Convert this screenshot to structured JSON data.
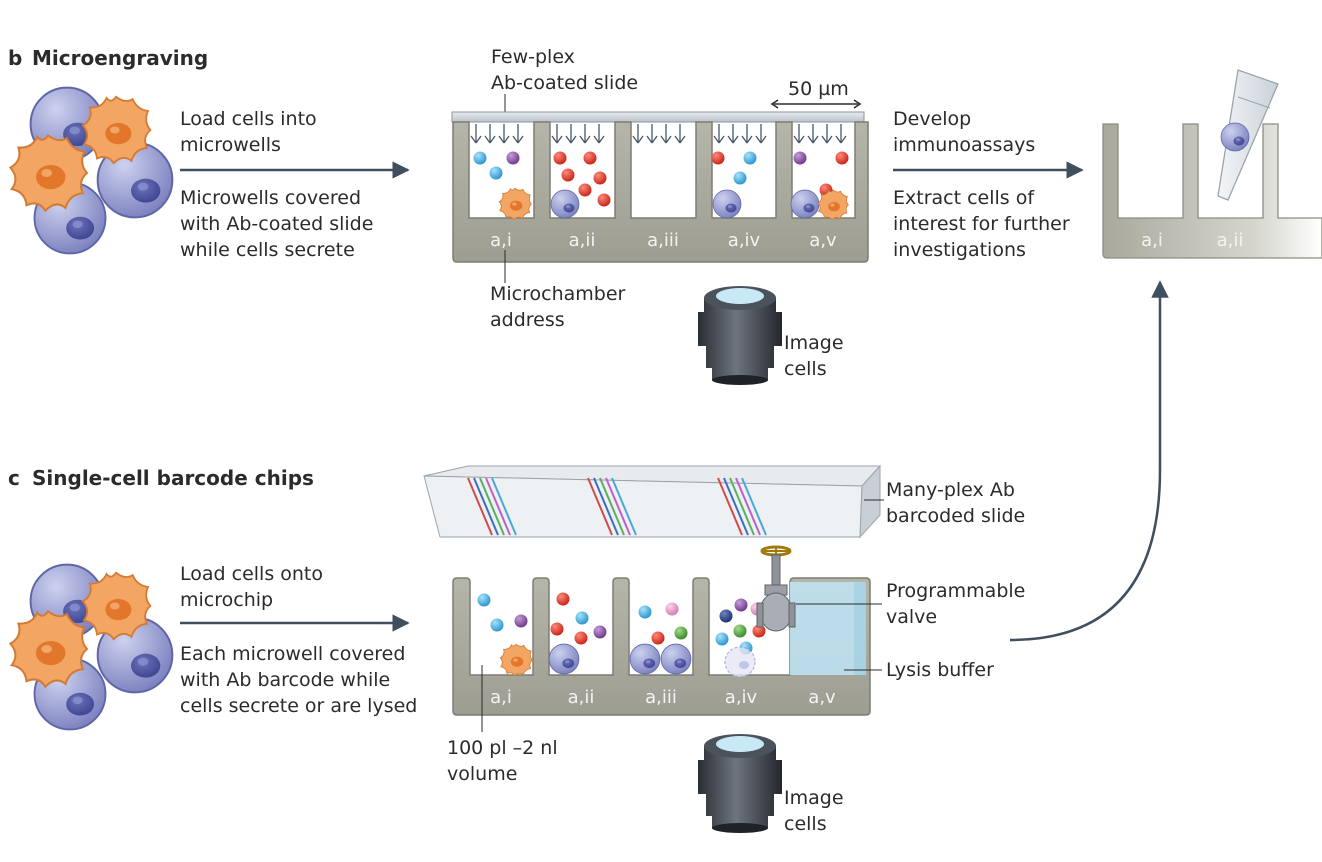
{
  "panel_b": {
    "letter": "b",
    "title": "Microengraving",
    "load_text": [
      "Load cells into",
      "microwells"
    ],
    "cover_text": [
      "Microwells covered",
      "with Ab-coated slide",
      "while cells secrete"
    ],
    "slide_label": [
      "Few-plex",
      "Ab-coated slide"
    ],
    "scale": "50 µm",
    "well_labels": [
      "a,i",
      "a,ii",
      "a,iii",
      "a,iv",
      "a,v"
    ],
    "address_label": [
      "Microchamber",
      "address"
    ],
    "image_label": [
      "Image",
      "cells"
    ],
    "develop_text": [
      "Develop",
      "immunoassays"
    ],
    "extract_text": [
      "Extract cells of",
      "interest for further",
      "investigations"
    ],
    "right_well_labels": [
      "a,i",
      "a,ii"
    ]
  },
  "panel_c": {
    "letter": "c",
    "title": "Single-cell barcode chips",
    "load_text": [
      "Load cells onto",
      "microchip"
    ],
    "cover_text": [
      "Each microwell covered",
      "with Ab barcode while",
      "cells secrete or are lysed"
    ],
    "slide_label": [
      "Many-plex Ab",
      "barcoded slide"
    ],
    "valve_label": [
      "Programmable",
      "valve"
    ],
    "lysis_label": "Lysis buffer",
    "well_labels": [
      "a,i",
      "a,ii",
      "a,iii",
      "a,iv",
      "a,v"
    ],
    "volume_label": [
      "100 pl –2 nl",
      "volume"
    ],
    "image_label": [
      "Image",
      "cells"
    ]
  },
  "colors": {
    "chip_body": "#a8a89c",
    "cell_blue": "#8f96cf",
    "cell_orange": "#f2a462",
    "bead_red": "#e04535",
    "bead_blue": "#4fb3e3",
    "bead_purple": "#8e5aa8",
    "arrow": "#3f4f5e"
  }
}
